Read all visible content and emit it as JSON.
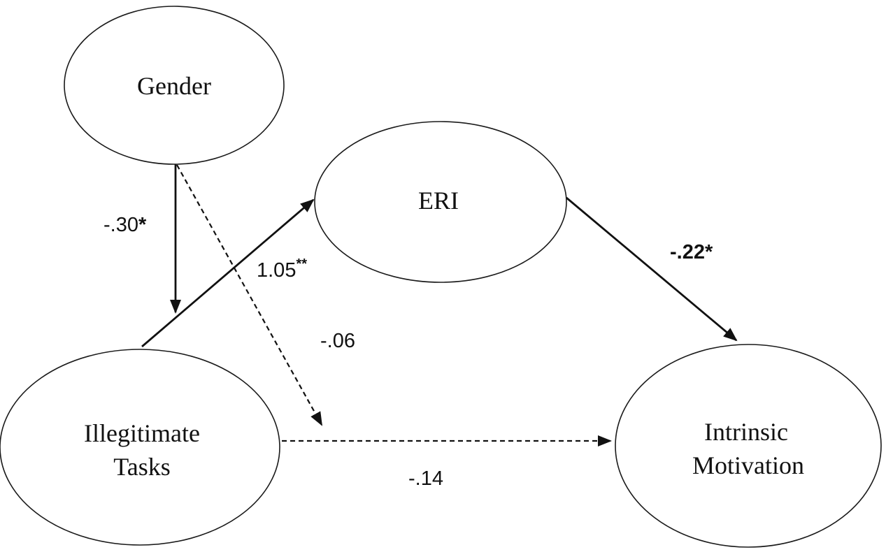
{
  "nodes": {
    "gender": {
      "label": "Gender"
    },
    "eri": {
      "label": "ERI"
    },
    "illegitimate_tasks": {
      "label_line1": "Illegitimate",
      "label_line2": "Tasks"
    },
    "intrinsic_motivation": {
      "label_line1": "Intrinsic",
      "label_line2": "Motivation"
    }
  },
  "edges": {
    "gender_to_tasks": {
      "coef": "-.30",
      "sig": "*",
      "style": "solid"
    },
    "tasks_to_eri": {
      "coef": "1.05",
      "sig": "**",
      "style": "solid"
    },
    "eri_to_motivation": {
      "coef": "-.22",
      "sig": "*",
      "style": "solid"
    },
    "gender_to_mediated_path": {
      "coef": "-.06",
      "sig": "",
      "style": "dashed"
    },
    "tasks_to_motivation": {
      "coef": "-.14",
      "sig": "",
      "style": "dashed"
    }
  }
}
